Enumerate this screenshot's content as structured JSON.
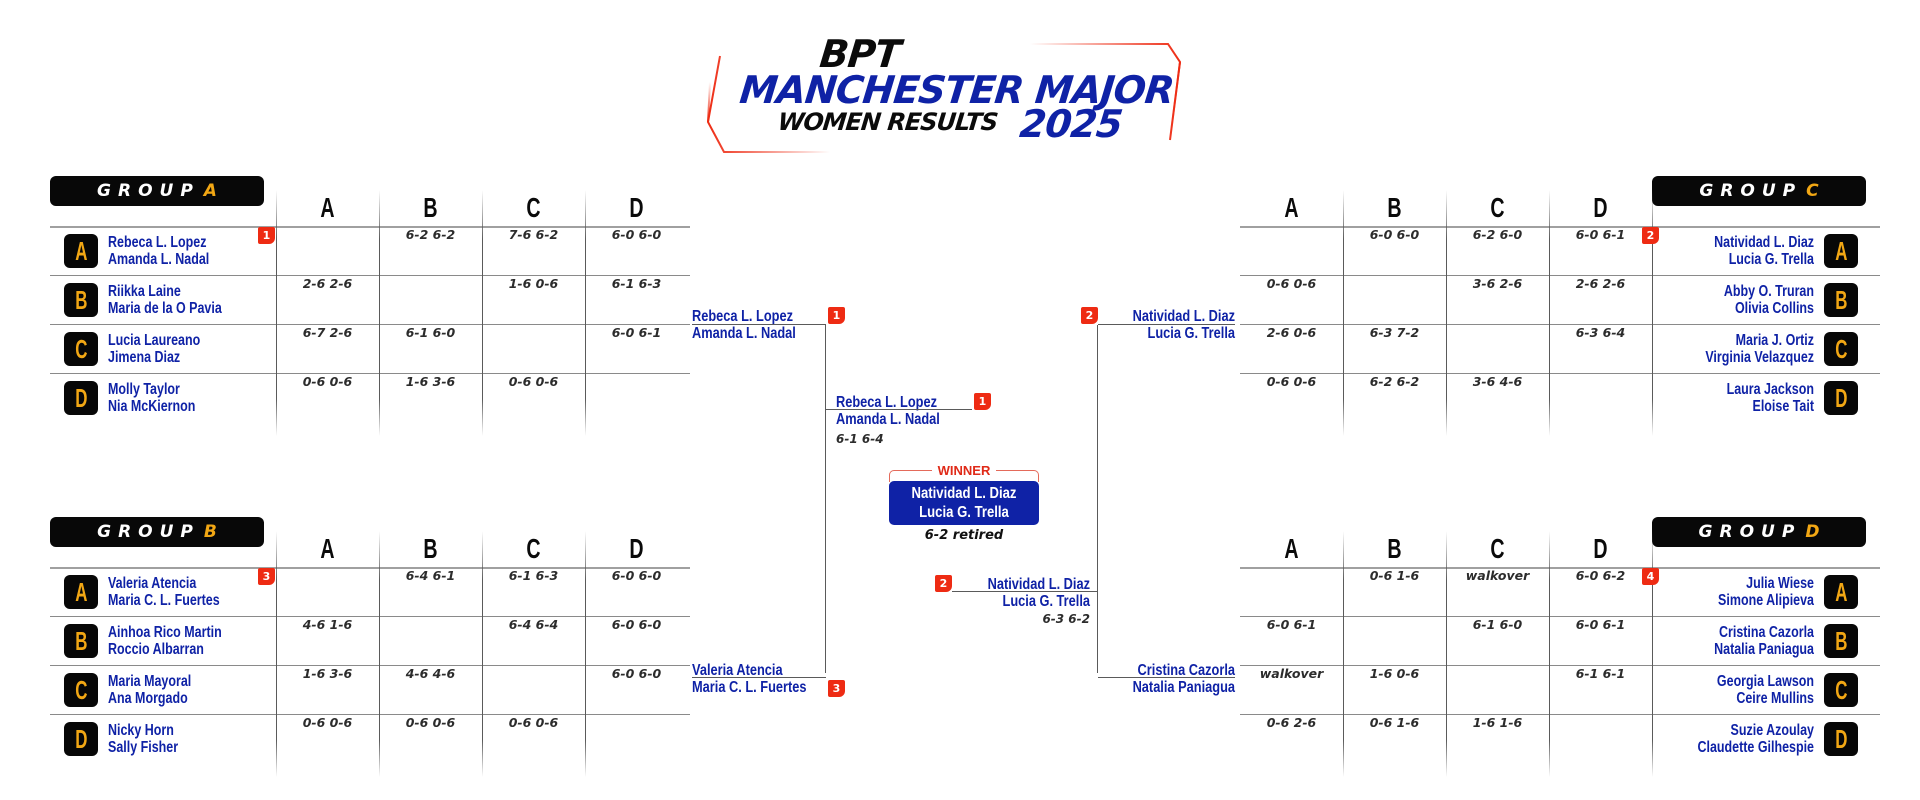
{
  "title": {
    "line1": "BPT",
    "line2": "MANCHESTER MAJOR",
    "line3": "WOMEN RESULTS",
    "year": "2025",
    "colors": {
      "blue": "#0f22a6",
      "black": "#0b0b0b",
      "accent_red": "#ee2b13",
      "accent_gold": "#f2a714"
    }
  },
  "columns": [
    "A",
    "B",
    "C",
    "D"
  ],
  "groups": [
    {
      "label": "GROUP",
      "letter": "A",
      "side": "left",
      "rows": [
        {
          "seed": "A",
          "p1": "Rebeca L. Lopez",
          "p2": "Amanda L. Nadal",
          "rank": "1",
          "scores": [
            "",
            "6-2 6-2",
            "7-6 6-2",
            "6-0 6-0"
          ]
        },
        {
          "seed": "B",
          "p1": "Riikka Laine",
          "p2": "Maria de la O Pavia",
          "rank": "",
          "scores": [
            "2-6 2-6",
            "",
            "1-6 0-6",
            "6-1 6-3"
          ]
        },
        {
          "seed": "C",
          "p1": "Lucia Laureano",
          "p2": "Jimena Diaz",
          "rank": "",
          "scores": [
            "6-7 2-6",
            "6-1 6-0",
            "",
            "6-0 6-1"
          ]
        },
        {
          "seed": "D",
          "p1": "Molly Taylor",
          "p2": "Nia McKiernon",
          "rank": "",
          "scores": [
            "0-6 0-6",
            "1-6 3-6",
            "0-6 0-6",
            ""
          ]
        }
      ]
    },
    {
      "label": "GROUP",
      "letter": "B",
      "side": "left",
      "rows": [
        {
          "seed": "A",
          "p1": "Valeria Atencia",
          "p2": "Maria C. L. Fuertes",
          "rank": "3",
          "scores": [
            "",
            "6-4 6-1",
            "6-1 6-3",
            "6-0 6-0"
          ]
        },
        {
          "seed": "B",
          "p1": "Ainhoa Rico Martin",
          "p2": "Roccio Albarran",
          "rank": "",
          "scores": [
            "4-6 1-6",
            "",
            "6-4 6-4",
            "6-0 6-0"
          ]
        },
        {
          "seed": "C",
          "p1": "Maria Mayoral",
          "p2": "Ana Morgado",
          "rank": "",
          "scores": [
            "1-6 3-6",
            "4-6 4-6",
            "",
            "6-0 6-0"
          ]
        },
        {
          "seed": "D",
          "p1": "Nicky Horn",
          "p2": "Sally Fisher",
          "rank": "",
          "scores": [
            "0-6 0-6",
            "0-6 0-6",
            "0-6 0-6",
            ""
          ]
        }
      ]
    },
    {
      "label": "GROUP",
      "letter": "C",
      "side": "right",
      "rows": [
        {
          "seed": "A",
          "p1": "Natividad L. Diaz",
          "p2": "Lucia G. Trella",
          "rank": "2",
          "scores": [
            "",
            "6-0 6-0",
            "6-2 6-0",
            "6-0 6-1"
          ]
        },
        {
          "seed": "B",
          "p1": "Abby O. Truran",
          "p2": "Olivia Collins",
          "rank": "",
          "scores": [
            "0-6 0-6",
            "",
            "3-6 2-6",
            "2-6 2-6"
          ]
        },
        {
          "seed": "C",
          "p1": "Maria J. Ortiz",
          "p2": "Virginia Velazquez",
          "rank": "",
          "scores": [
            "2-6 0-6",
            "6-3 7-2",
            "",
            "6-3 6-4"
          ]
        },
        {
          "seed": "D",
          "p1": "Laura Jackson",
          "p2": "Eloise Tait",
          "rank": "",
          "scores": [
            "0-6 0-6",
            "6-2 6-2",
            "3-6 4-6",
            ""
          ]
        }
      ]
    },
    {
      "label": "GROUP",
      "letter": "D",
      "side": "right",
      "rows": [
        {
          "seed": "A",
          "p1": "Julia Wiese",
          "p2": "Simone Alipieva",
          "rank": "4",
          "scores": [
            "",
            "0-6 1-6",
            "walkover",
            "6-0 6-2"
          ]
        },
        {
          "seed": "B",
          "p1": "Cristina Cazorla",
          "p2": "Natalia Paniagua",
          "rank": "",
          "scores": [
            "6-0 6-1",
            "",
            "6-1 6-0",
            "6-0 6-1"
          ]
        },
        {
          "seed": "C",
          "p1": "Georgia Lawson",
          "p2": "Ceire Mullins",
          "rank": "",
          "scores": [
            "walkover",
            "1-6 0-6",
            "",
            "6-1 6-1"
          ]
        },
        {
          "seed": "D",
          "p1": "Suzie Azoulay",
          "p2": "Claudette Gilhespie",
          "rank": "",
          "scores": [
            "0-6 2-6",
            "0-6 1-6",
            "1-6 1-6",
            ""
          ]
        }
      ]
    }
  ],
  "bracket": {
    "semi_left_top": {
      "p1": "Rebeca L. Lopez",
      "p2": "Amanda L. Nadal",
      "rank": "1"
    },
    "semi_left_bottom": {
      "p1": "Valeria Atencia",
      "p2": "Maria C. L. Fuertes",
      "rank": "3"
    },
    "semi_right_top": {
      "p1": "Natividad L. Diaz",
      "p2": "Lucia G. Trella",
      "rank": "2"
    },
    "semi_right_bottom": {
      "p1": "Cristina Cazorla",
      "p2": "Natalia Paniagua",
      "rank": ""
    },
    "final_left": {
      "p1": "Rebeca L. Lopez",
      "p2": "Amanda L. Nadal",
      "rank": "1",
      "score": "6-1 6-4"
    },
    "final_right": {
      "p1": "Natividad L. Diaz",
      "p2": "Lucia G. Trella",
      "rank": "2",
      "score": "6-3 6-2"
    },
    "winner": {
      "label": "WINNER",
      "p1": "Natividad L. Diaz",
      "p2": "Lucia G. Trella",
      "score": "6-2 retired"
    }
  }
}
